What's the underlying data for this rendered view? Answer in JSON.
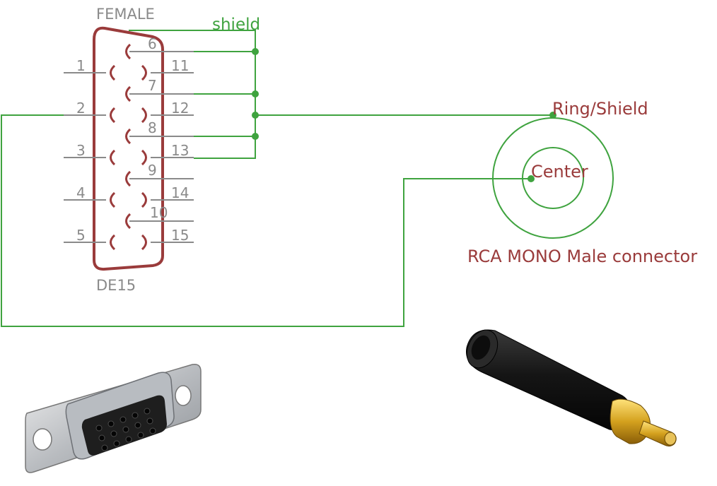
{
  "connector": {
    "gender_label": "FEMALE",
    "part_label": "DE15",
    "pins_left": [
      {
        "num": "1"
      },
      {
        "num": "2"
      },
      {
        "num": "3"
      },
      {
        "num": "4"
      },
      {
        "num": "5"
      }
    ],
    "pins_middle": [
      {
        "num": "6"
      },
      {
        "num": "7"
      },
      {
        "num": "8"
      },
      {
        "num": "9"
      },
      {
        "num": "10"
      }
    ],
    "pins_right": [
      {
        "num": "11"
      },
      {
        "num": "12"
      },
      {
        "num": "13"
      },
      {
        "num": "14"
      },
      {
        "num": "15"
      }
    ]
  },
  "net_labels": {
    "shield": "shield",
    "ring_shield": "Ring/Shield",
    "center": "Center"
  },
  "rca": {
    "title": "RCA MONO Male connector"
  },
  "colors": {
    "wire": "#3fa33f",
    "body": "#9a3b3b",
    "pin_line": "#8a8a8a"
  }
}
